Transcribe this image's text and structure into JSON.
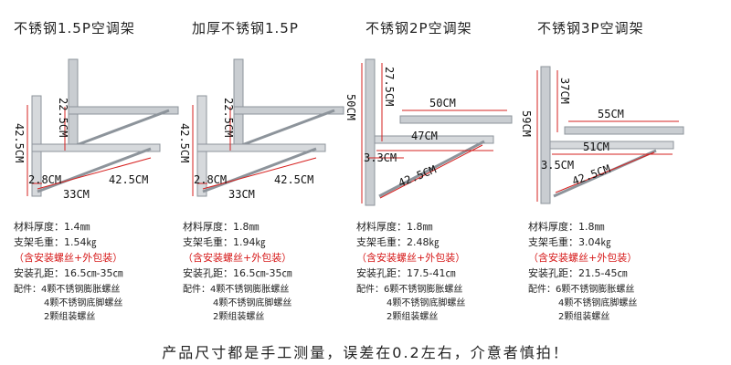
{
  "colors": {
    "text": "#222222",
    "note_red": "#d61a1a",
    "dimension_line": "#d6201f",
    "steel": "#9aa0a6"
  },
  "products": [
    {
      "title": "不锈钢1.5P空调架",
      "dims": [
        "22.5CM",
        "42.5CM",
        "2.8CM",
        "33CM",
        "42.5CM"
      ],
      "specs": {
        "thickness_label": "材料厚度：",
        "thickness": "1.4㎜",
        "weight_label": "支架毛重：",
        "weight": "1.54㎏",
        "note": "（含安装螺丝+外包装）",
        "spacing_label": "安装孔距：",
        "spacing": "16.5㎝-35㎝"
      },
      "accessories": {
        "label": "配件：",
        "items": [
          "4颗不锈钢膨胀螺丝",
          "4颗不锈钢底脚螺丝",
          "2颗组装螺丝"
        ]
      }
    },
    {
      "title": "加厚不锈钢1.5P",
      "dims": [
        "22.5CM",
        "42.5CM",
        "2.8CM",
        "33CM",
        "42.5CM"
      ],
      "specs": {
        "thickness_label": "材料厚度：",
        "thickness": "1.8㎜",
        "weight_label": "支架毛重：",
        "weight": "1.94㎏",
        "note": "（含安装螺丝+外包装）",
        "spacing_label": "安装孔距：",
        "spacing": "16.5㎝-35㎝"
      },
      "accessories": {
        "label": "配件：",
        "items": [
          "4颗不锈钢膨胀螺丝",
          "4颗不锈钢底脚螺丝",
          "2颗组装螺丝"
        ]
      }
    },
    {
      "title": "不锈钢2P空调架",
      "dims": [
        "27.5CM",
        "50CM",
        "50CM",
        "47CM",
        "3.3CM",
        "42.5CM"
      ],
      "specs": {
        "thickness_label": "材料厚度：",
        "thickness": "1.8㎜",
        "weight_label": "支架毛重：",
        "weight": "2.48㎏",
        "note": "（含安装螺丝+外包装）",
        "spacing_label": "安装孔距：",
        "spacing": "17.5-41㎝"
      },
      "accessories": {
        "label": "配件：",
        "items": [
          "6颗不锈钢膨胀螺丝",
          "4颗不锈钢底脚螺丝",
          "2颗组装螺丝"
        ]
      }
    },
    {
      "title": "不锈钢3P空调架",
      "dims": [
        "37CM",
        "59CM",
        "55CM",
        "51CM",
        "3.5CM",
        "42.5CM"
      ],
      "specs": {
        "thickness_label": "材料厚度：",
        "thickness": "1.8㎜",
        "weight_label": "支架毛重：",
        "weight": "3.04㎏",
        "note": "（含安装螺丝+外包装）",
        "spacing_label": "安装孔距：",
        "spacing": "21.5-45㎝"
      },
      "accessories": {
        "label": "配件：",
        "items": [
          "6颗不锈钢膨胀螺丝",
          "4颗不锈钢底脚螺丝",
          "2颗组装螺丝"
        ]
      }
    }
  ],
  "footer": "产品尺寸都是手工测量，误差在0.2左右，介意者慎拍！"
}
